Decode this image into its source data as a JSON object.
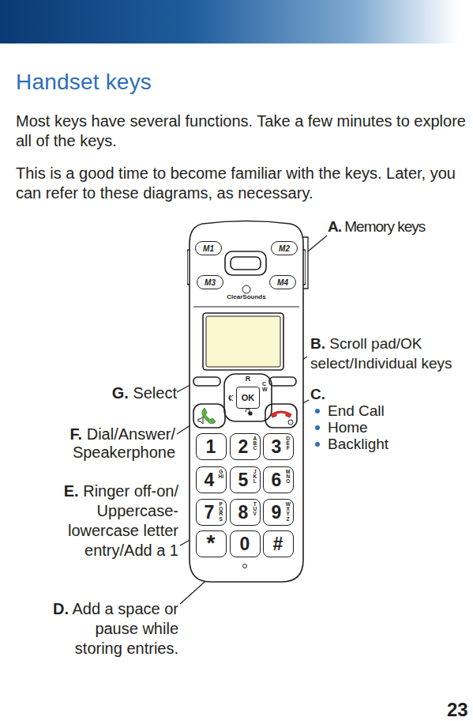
{
  "diagram": {
    "title": "Handset keys",
    "nodes": [
      {
        "text": [
          "ClearSounds"
        ]
      },
      {
        "text": [
          "M1"
        ],
        "in": 0
      },
      {
        "text": [
          "M2"
        ],
        "in": 0
      },
      {
        "text": [
          "M3"
        ],
        "in": 0
      },
      {
        "text": [
          "M4"
        ],
        "in": 0
      },
      {
        "text": [
          "OK"
        ],
        "in": 0
      },
      {
        "text": [
          "1"
        ],
        "in": 0
      },
      {
        "text": [
          "2",
          "ABC"
        ],
        "in": 0
      },
      {
        "text": [
          "3",
          "DEF"
        ],
        "in": 0
      },
      {
        "text": [
          "4",
          "GHI"
        ],
        "in": 0
      },
      {
        "text": [
          "5",
          "JKL"
        ],
        "in": 0
      },
      {
        "text": [
          "6",
          "MNO"
        ],
        "in": 0
      },
      {
        "text": [
          "7",
          "PQRS"
        ],
        "in": 0
      },
      {
        "text": [
          "8",
          "TUV"
        ],
        "in": 0
      },
      {
        "text": [
          "9",
          "WXYZ"
        ],
        "in": 0
      },
      {
        "text": [
          "*"
        ],
        "in": 0
      },
      {
        "text": [
          "0"
        ],
        "in": 0
      },
      {
        "text": [
          "#"
        ],
        "in": 0
      }
    ],
    "labels": [
      "Most keys have several functions. Take a few minutes to explore all of the keys.",
      "This is a good time to become familiar with the keys. Later, you can refer to these diagrams, as necessary.",
      "A.",
      "Memory keys",
      "B.",
      "Scroll pad/OK select/Individual keys",
      "C.",
      "End Call",
      "Home",
      "Backlight",
      "D.",
      "Add a space or pause while storing entries.",
      "E.",
      "Ringer off-on/ Uppercase- lowercase letter entry/Add a 1",
      "F.",
      "Dial/Answer/ Speakerphone",
      "G.",
      "Select",
      "R",
      "CW",
      "23"
    ]
  }
}
